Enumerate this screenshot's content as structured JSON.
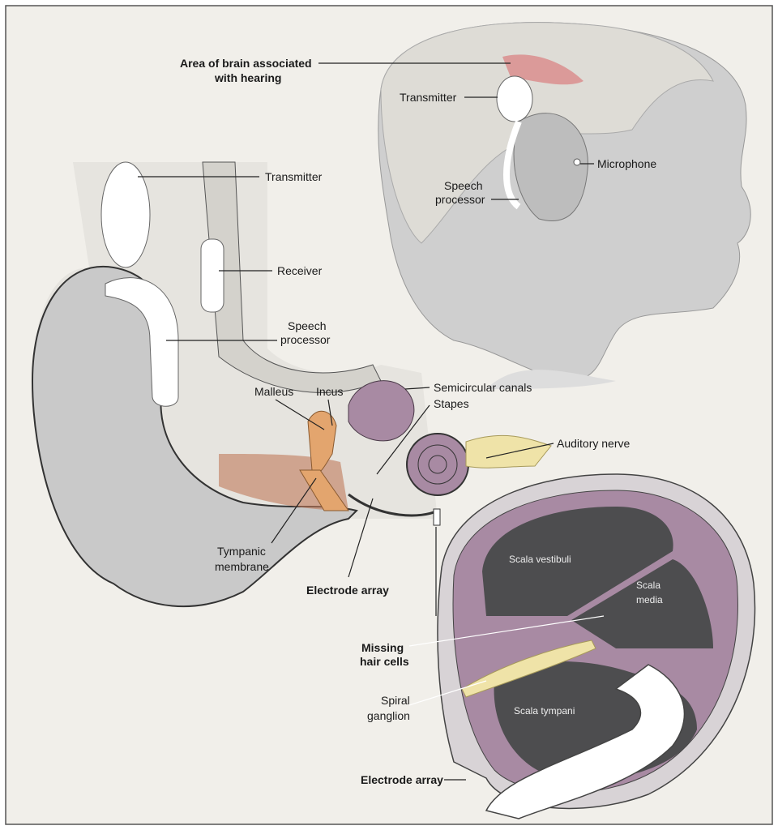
{
  "labels": {
    "brain_area": [
      "Area of brain associated",
      "with hearing"
    ],
    "transmitter_head": "Transmitter",
    "microphone": "Microphone",
    "speech_processor_head": [
      "Speech",
      "processor"
    ],
    "transmitter": "Transmitter",
    "receiver": "Receiver",
    "speech_processor": [
      "Speech",
      "processor"
    ],
    "malleus": "Malleus",
    "incus": "Incus",
    "semicircular_canals": "Semicircular canals",
    "stapes": "Stapes",
    "auditory_nerve": "Auditory nerve",
    "tympanic_membrane": [
      "Tympanic",
      "membrane"
    ],
    "electrode_array": "Electrode array",
    "scala_vestibuli": "Scala vestibuli",
    "scala_media": [
      "Scala",
      "media"
    ],
    "scala_tympani": "Scala tympani",
    "missing_hair_cells": [
      "Missing",
      "hair cells"
    ],
    "spiral_ganglion": [
      "Spiral",
      "ganglion"
    ],
    "electrode_array_2": "Electrode array"
  },
  "colors": {
    "background": "#f1efea",
    "brain_area": "#d98a8a",
    "cochlea": "#a88aa3",
    "ossicles": "#e3a56e",
    "nerve": "#efe3a8",
    "skin": "#c9c9c9"
  }
}
